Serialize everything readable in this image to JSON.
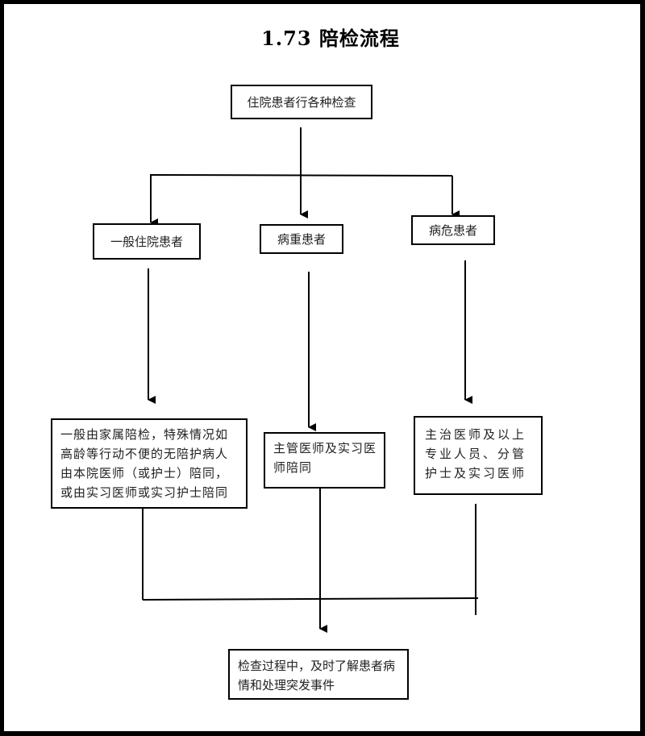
{
  "title": "1.73  陪检流程",
  "flowchart": {
    "start": {
      "label": "住院患者行各种检查"
    },
    "categories": [
      {
        "label": "一般住院患者"
      },
      {
        "label": "病重患者"
      },
      {
        "label": "病危患者"
      }
    ],
    "escorts": [
      {
        "text": "一般由家属陪检，特殊情况如高龄等行动不便的无陪护病人由本院医师（或护士）陪同，或由实习医师或实习护士陪同"
      },
      {
        "text": "主管医师及实习医师陪同"
      },
      {
        "text": "主治医师及以上专业人员、分管护士及实习医师"
      }
    ],
    "end": {
      "label": "检查过程中，及时了解患者病情和处理突发事件"
    },
    "line_color": "#000000"
  }
}
